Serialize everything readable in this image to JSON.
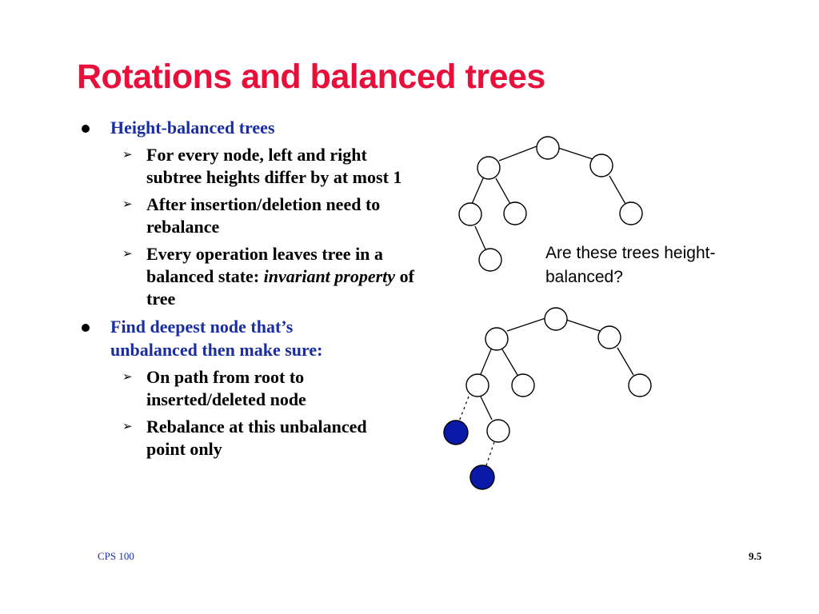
{
  "title": "Rotations and balanced trees",
  "bullets": [
    {
      "text": "Height-balanced trees",
      "subs": [
        "For every node, left and right subtree heights differ by at most 1",
        "After insertion/deletion need to rebalance"
      ]
    },
    {
      "text": "Find deepest node that’s unbalanced then make sure:",
      "subs": [
        "On path from root to inserted/deleted node",
        "Rebalance at this unbalanced point only"
      ]
    }
  ],
  "sub3": {
    "before": "Every operation leaves tree in a balanced state: ",
    "italic": "invariant property",
    "after": " of tree"
  },
  "caption": "Are these trees height-balanced?",
  "caption_line1": "Are these trees height-",
  "caption_line2": "balanced?",
  "footer_left": "CPS 100",
  "footer_right": "9.5",
  "colors": {
    "title": "#e8103a",
    "level1": "#1a2ea0",
    "highlight_node": "#0a1aa8"
  }
}
